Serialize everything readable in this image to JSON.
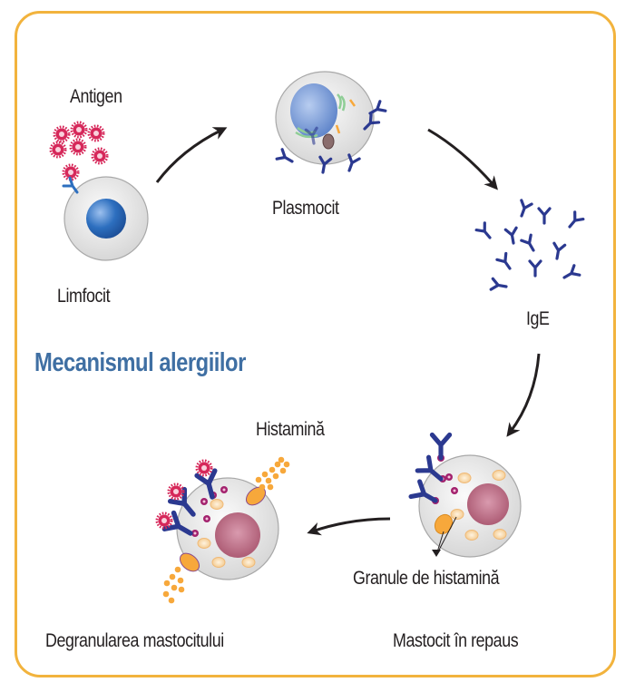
{
  "title": "Mecanismul alergiilor",
  "labels": {
    "antigen": "Antigen",
    "limfocit": "Limfocit",
    "plasmocit": "Plasmocit",
    "ige": "IgE",
    "histamina": "Histamină",
    "granule": "Granule de histamină",
    "mastocit_repaus": "Mastocit în repaus",
    "degranulare": "Degranularea mastocitului"
  },
  "colors": {
    "frame": "#f2b33d",
    "title": "#3f6fa3",
    "antibody": "#2b3990",
    "antigen": "#d6285a",
    "nucleus_lymph": "#2d6fbf",
    "nucleus_mast": "#b0607a",
    "granule": "#f7a83b"
  },
  "flow": [
    "Limfocit",
    "Plasmocit",
    "IgE",
    "Mastocit în repaus",
    "Degranularea mastocitului"
  ]
}
